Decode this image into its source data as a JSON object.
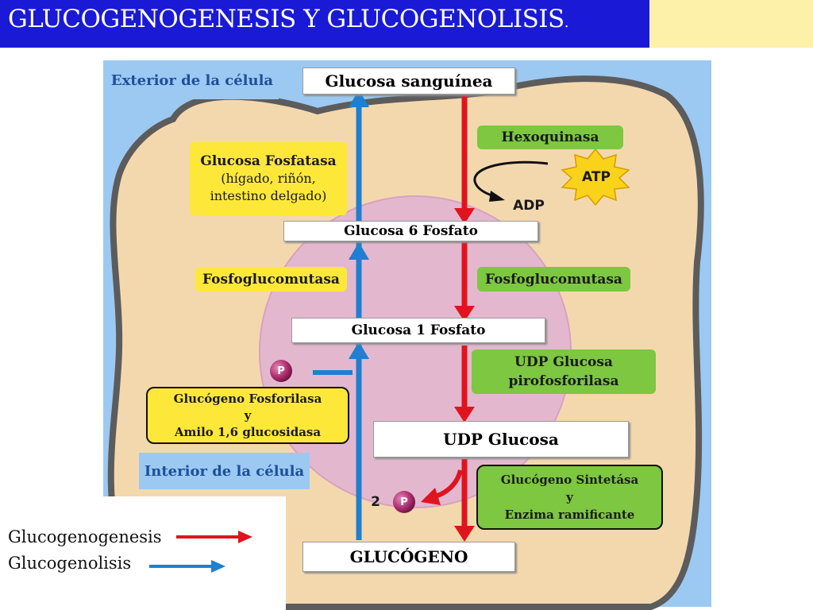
{
  "title": "GLUCOGENOGENESIS Y GLUCOGENOLISIS",
  "title_suffix": ".",
  "regions": {
    "exterior": "Exterior de la célula",
    "interior": "Interior de la célula"
  },
  "metabolites": {
    "glucosa_sanguinea": "Glucosa sanguínea",
    "glucosa_6_fosfato": "Glucosa 6 Fosfato",
    "glucosa_1_fosfato": "Glucosa 1 Fosfato",
    "udp_glucosa": "UDP Glucosa",
    "glucogeno": "GLUCÓGENO"
  },
  "enzymes": {
    "hexoquinasa": "Hexoquinasa",
    "glucosa_fosfatasa": {
      "name": "Glucosa Fosfatasa",
      "line1": "(hígado, riñón,",
      "line2": "intestino delgado)"
    },
    "fosfoglucomutasa_left": "Fosfoglucomutasa",
    "fosfoglucomutasa_right": "Fosfoglucomutasa",
    "udp_pirofosforilasa": {
      "line1": "UDP Glucosa",
      "line2": "pirofosforilasa"
    },
    "glucogeno_fosforilasa": {
      "line1": "Glucógeno Fosforilasa",
      "line2": "y",
      "line3": "Amilo 1,6 glucosidasa"
    },
    "glucogeno_sintetasa": {
      "line1": "Glucógeno Sintetása",
      "line2": "y",
      "line3": "Enzima ramificante"
    }
  },
  "cofactors": {
    "atp": "ATP",
    "adp": "ADP",
    "phosphate": "P",
    "two_phosphate_count": "2"
  },
  "legend": {
    "red_label": "Glucogenogenesis",
    "blue_label": "Glucogenolisis"
  },
  "colors": {
    "synthesis_arrow": "#e0141e",
    "degradation_arrow": "#1f7fd0",
    "title_bar": "#1a1ad6",
    "cell_fill": "#f4d8ad",
    "nucleus_fill": "#e3b8cf",
    "enzyme_green": "#7dc741",
    "enzyme_yellow": "#fde83a"
  }
}
